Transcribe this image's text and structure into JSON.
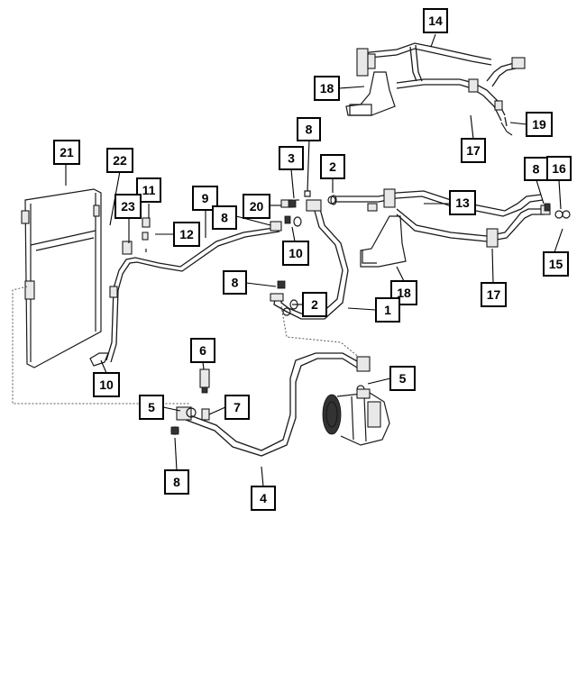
{
  "labels": [
    {
      "id": "l14a",
      "text": "14"
    },
    {
      "id": "l18a",
      "text": "18"
    },
    {
      "id": "l19",
      "text": "19"
    },
    {
      "id": "l17a",
      "text": "17"
    },
    {
      "id": "l8a",
      "text": "8"
    },
    {
      "id": "l3",
      "text": "3"
    },
    {
      "id": "l2a",
      "text": "2"
    },
    {
      "id": "l21",
      "text": "21"
    },
    {
      "id": "l22",
      "text": "22"
    },
    {
      "id": "l11",
      "text": "11"
    },
    {
      "id": "l23",
      "text": "23"
    },
    {
      "id": "l9",
      "text": "9"
    },
    {
      "id": "l20",
      "text": "20"
    },
    {
      "id": "l8b",
      "text": "8"
    },
    {
      "id": "l12",
      "text": "12"
    },
    {
      "id": "l10a",
      "text": "10"
    },
    {
      "id": "l13",
      "text": "13"
    },
    {
      "id": "l8c",
      "text": "8"
    },
    {
      "id": "l16",
      "text": "16"
    },
    {
      "id": "l15",
      "text": "15"
    },
    {
      "id": "l8d",
      "text": "8"
    },
    {
      "id": "l2b",
      "text": "2"
    },
    {
      "id": "l18b",
      "text": "18"
    },
    {
      "id": "l1",
      "text": "1"
    },
    {
      "id": "l17b",
      "text": "17"
    },
    {
      "id": "l10b",
      "text": "10"
    },
    {
      "id": "l6",
      "text": "6"
    },
    {
      "id": "l5a",
      "text": "5"
    },
    {
      "id": "l5b",
      "text": "5"
    },
    {
      "id": "l7",
      "text": "7"
    },
    {
      "id": "l8e",
      "text": "8"
    },
    {
      "id": "l4",
      "text": "4"
    }
  ]
}
